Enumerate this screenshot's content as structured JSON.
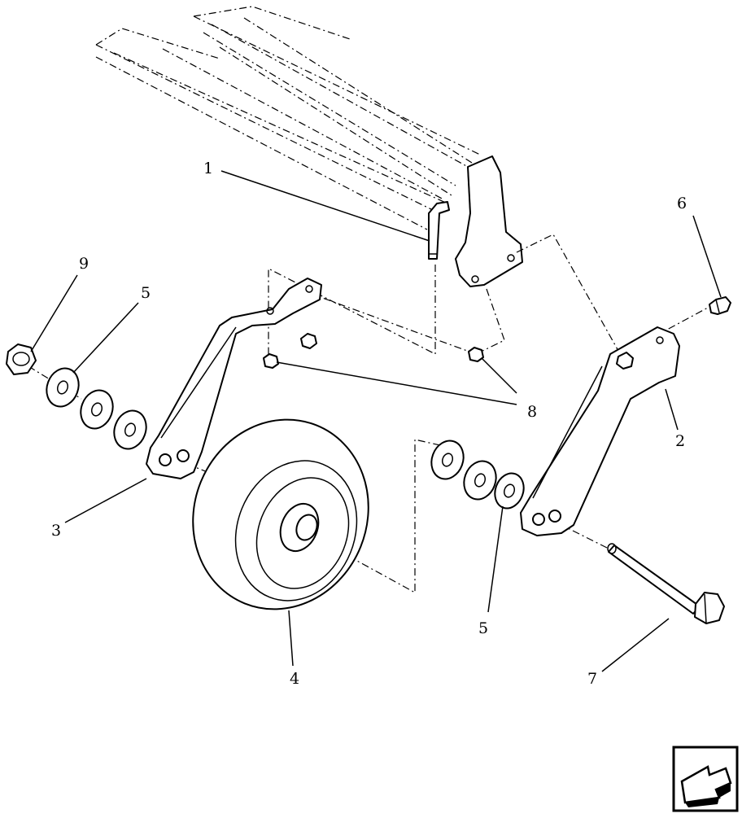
{
  "callouts": [
    {
      "id": "callout-1",
      "label": "1"
    },
    {
      "id": "callout-2",
      "label": "2"
    },
    {
      "id": "callout-3",
      "label": "3"
    },
    {
      "id": "callout-4",
      "label": "4"
    },
    {
      "id": "callout-5a",
      "label": "5"
    },
    {
      "id": "callout-5b",
      "label": "5"
    },
    {
      "id": "callout-6",
      "label": "6"
    },
    {
      "id": "callout-7",
      "label": "7"
    },
    {
      "id": "callout-8",
      "label": "8"
    },
    {
      "id": "callout-9",
      "label": "9"
    }
  ],
  "icons": {
    "nav": "back-arrow-icon"
  }
}
